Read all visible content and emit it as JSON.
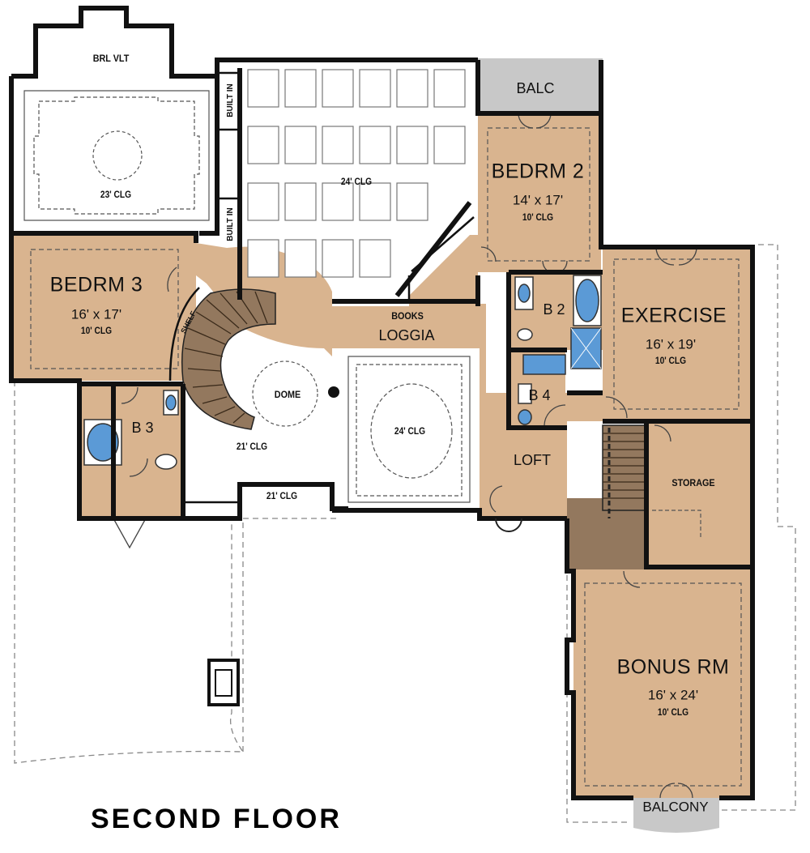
{
  "plan": {
    "title": "SECOND  FLOOR",
    "colors": {
      "room_fill": "#d9b48f",
      "balcony_fill": "#c8c8c8",
      "stair_fill": "#93785e",
      "fixture_blue": "#5b9ad6",
      "wall": "#111111"
    },
    "rooms": {
      "brl_vlt": {
        "label": "BRL VLT"
      },
      "master_clg": {
        "ceiling": "23' CLG"
      },
      "great_room": {
        "ceiling": "24' CLG"
      },
      "built_in_top": {
        "label": "BUILT IN"
      },
      "built_in_bottom": {
        "label": "BUILT IN"
      },
      "balc": {
        "label": "BALC"
      },
      "bedrm2": {
        "name": "BEDRM 2",
        "size": "14' x 17'",
        "ceiling": "10' CLG"
      },
      "bedrm3": {
        "name": "BEDRM 3",
        "size": "16' x 17'",
        "ceiling": "10' CLG"
      },
      "shelf": {
        "label": "SHELF"
      },
      "books": {
        "label": "BOOKS"
      },
      "loggia": {
        "label": "LOGGIA"
      },
      "b2": {
        "label": "B 2"
      },
      "b3": {
        "label": "B 3"
      },
      "b4": {
        "label": "B 4"
      },
      "exercise": {
        "name": "EXERCISE",
        "size": "16' x 19'",
        "ceiling": "10' CLG"
      },
      "dome": {
        "label": "DOME"
      },
      "foyer_clg": {
        "ceiling": "21' CLG"
      },
      "porch_clg": {
        "ceiling": "21' CLG"
      },
      "dining_clg": {
        "ceiling": "24' CLG"
      },
      "loft": {
        "label": "LOFT"
      },
      "storage": {
        "label": "STORAGE"
      },
      "bonus": {
        "name": "BONUS RM",
        "size": "16' x 24'",
        "ceiling": "10' CLG"
      },
      "balcony": {
        "label": "BALCONY"
      }
    }
  }
}
